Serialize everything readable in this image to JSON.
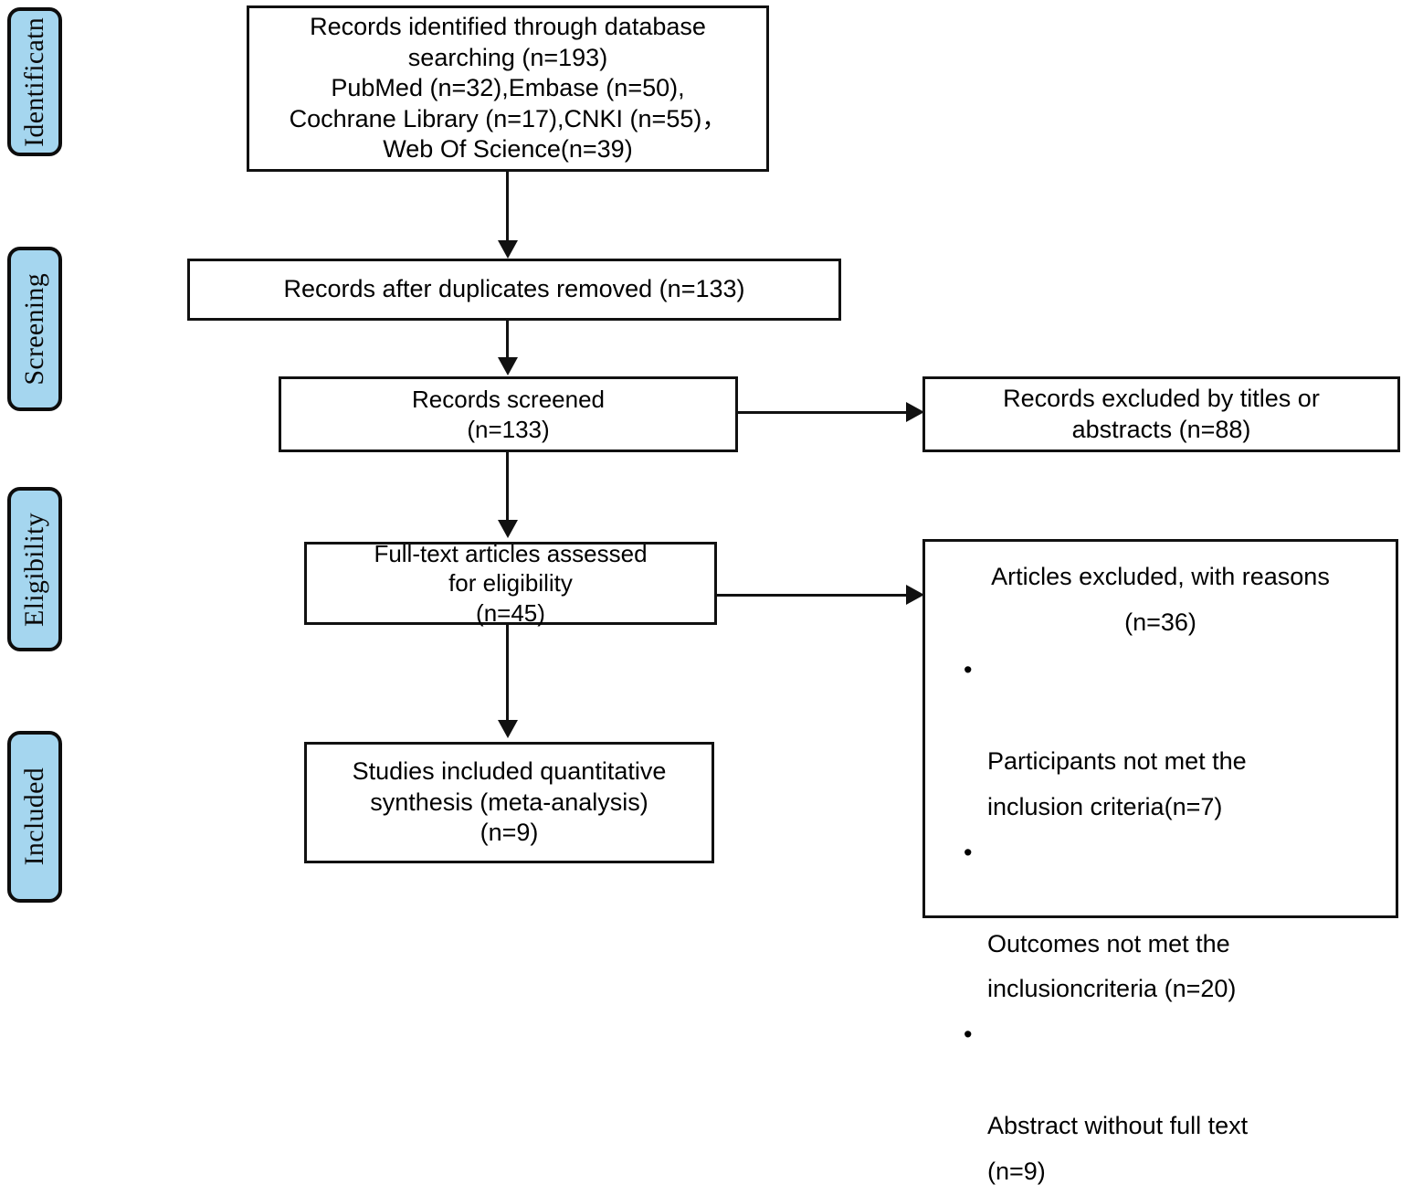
{
  "diagram": {
    "title": "PRISMA study selection flow diagram",
    "accent_color": "#a5d6ef",
    "line_color": "#111111",
    "background_color": "#ffffff"
  },
  "stages": [
    {
      "label": "Identificatn"
    },
    {
      "label": "Screening"
    },
    {
      "label": "Eligibility"
    },
    {
      "label": "Included"
    }
  ],
  "boxes": {
    "identified": {
      "text": "Records identified through database\nsearching (n=193)\nPubMed (n=32),Embase (n=50),\nCochrane Library (n=17),CNKI (n=55)，\nWeb Of Science(n=39)",
      "total": 193,
      "sources": [
        {
          "name": "PubMed",
          "n": 32
        },
        {
          "name": "Embase",
          "n": 50
        },
        {
          "name": "Cochrane Library",
          "n": 17
        },
        {
          "name": "CNKI",
          "n": 55
        },
        {
          "name": "Web Of Science",
          "n": 39
        }
      ]
    },
    "duplicates_removed": {
      "text": "Records after duplicates removed (n=133)",
      "n": 133
    },
    "screened": {
      "text": "Records screened\n(n=133)",
      "n": 133
    },
    "records_excluded": {
      "text": "Records excluded by titles or\nabstracts (n=88)",
      "n": 88
    },
    "full_text_assessed": {
      "text": "Full-text articles assessed\nfor eligibility\n(n=45)",
      "n": 45
    },
    "included": {
      "text": "Studies included quantitative\nsynthesis (meta-analysis)\n(n=9)",
      "n": 9
    },
    "articles_excluded": {
      "heading": "Articles excluded, with reasons\n(n=36)",
      "n": 36,
      "bullet_glyph": "•",
      "reasons": [
        {
          "text": "Participants not met the\ninclusion criteria(n=7)",
          "n": 7
        },
        {
          "text": "Outcomes not met the\ninclusioncriteria (n=20)",
          "n": 20
        },
        {
          "text": "Abstract without full text\n(n=9)",
          "n": 9
        }
      ]
    }
  }
}
